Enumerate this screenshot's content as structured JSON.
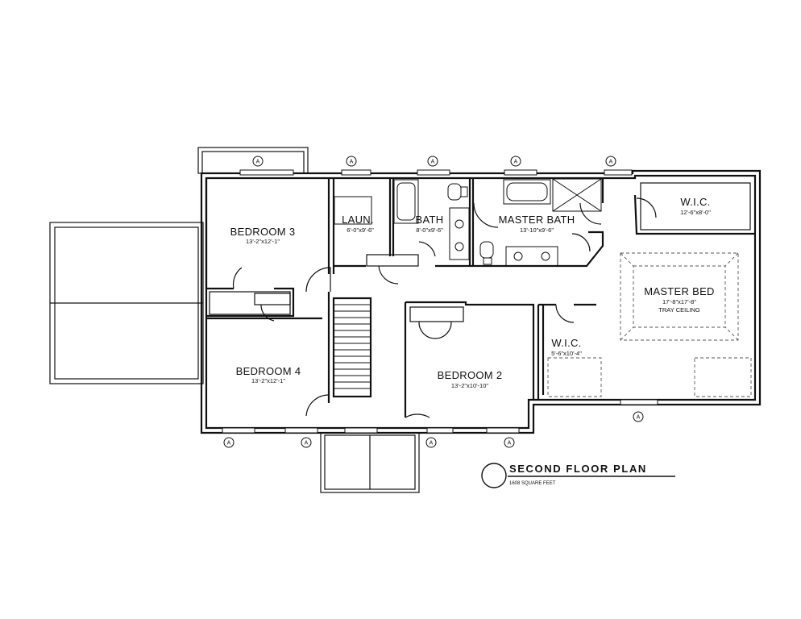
{
  "plan": {
    "title": "SECOND FLOOR PLAN",
    "area": "1608 SQUARE FEET"
  },
  "rooms": [
    {
      "name": "BEDROOM 3",
      "dims": "13'-2\"x12'-1\""
    },
    {
      "name": "LAUN.",
      "dims": "6'-0\"x9'-6\""
    },
    {
      "name": "BATH",
      "dims": "8'-0\"x9'-6\""
    },
    {
      "name": "MASTER BATH",
      "dims": "13'-10\"x9'-6\""
    },
    {
      "name": "W.I.C.",
      "dims": "12'-6\"x8'-0\""
    },
    {
      "name": "MASTER BED",
      "dims": "17'-8\"x17'-8\"",
      "note": "TRAY CEILING"
    },
    {
      "name": "W.I.C.",
      "dims": "5'-6\"x10'-4\""
    },
    {
      "name": "BEDROOM 4",
      "dims": "13'-2\"x12'-1\""
    },
    {
      "name": "BEDROOM 2",
      "dims": "13'-2\"x10'-10\""
    }
  ],
  "window_marker": "A"
}
